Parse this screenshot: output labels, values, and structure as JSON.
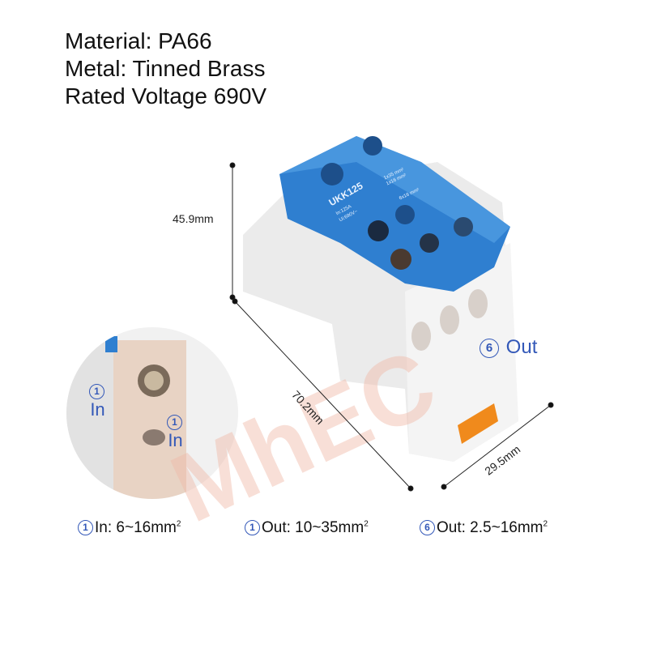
{
  "specs": {
    "material": "Material: PA66",
    "metal": "Metal: Tinned Brass",
    "voltage": "Rated Voltage 690V"
  },
  "dimensions": {
    "height": "45.9mm",
    "length": "70.2mm",
    "width": "29.5mm"
  },
  "product": {
    "model": "UKK125",
    "current": "In:125A",
    "voltage": "Ui:690V~",
    "cover_spec_1": "1x35 mm²",
    "cover_spec_2": "1x16 mm²",
    "cover_spec_3": "6x16 mm²"
  },
  "callouts": {
    "out_number": "6",
    "out_label": "Out",
    "in_number_1": "1",
    "in_label_1": "In",
    "in_number_2": "1",
    "in_label_2": "In"
  },
  "bottom_labels": [
    {
      "number": "1",
      "text": "In: 6~16mm",
      "sup": "2"
    },
    {
      "number": "1",
      "text": "Out: 10~35mm",
      "sup": "2"
    },
    {
      "number": "6",
      "text": "Out: 2.5~16mm",
      "sup": "2"
    }
  ],
  "colors": {
    "cover": "#2f7fd0",
    "callout": "#3358b8",
    "clip": "#f08a1c",
    "body": "#ececec"
  }
}
